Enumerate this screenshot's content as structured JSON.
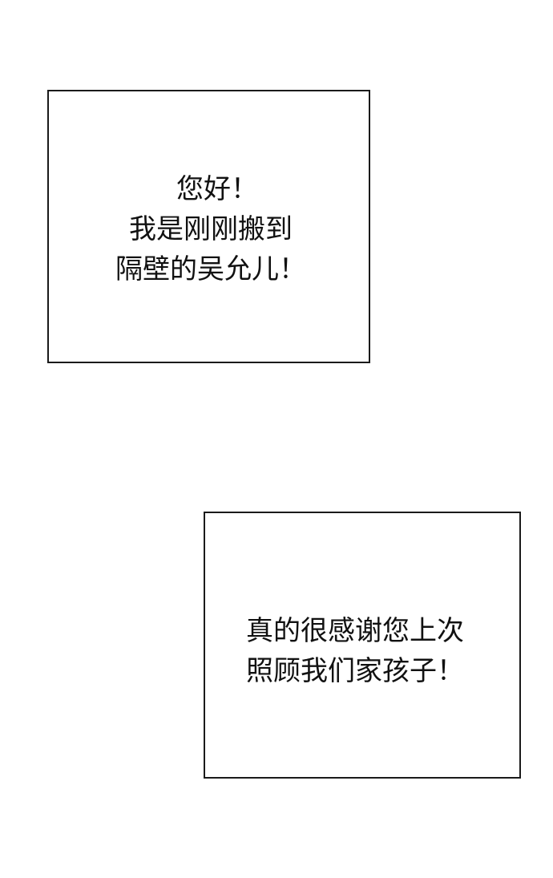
{
  "captions": [
    {
      "lines": [
        "您好！",
        "我是刚刚搬到",
        "隔壁的吴允儿！"
      ]
    },
    {
      "lines": [
        "真的很感谢您上次",
        "照顾我们家孩子！"
      ]
    }
  ]
}
